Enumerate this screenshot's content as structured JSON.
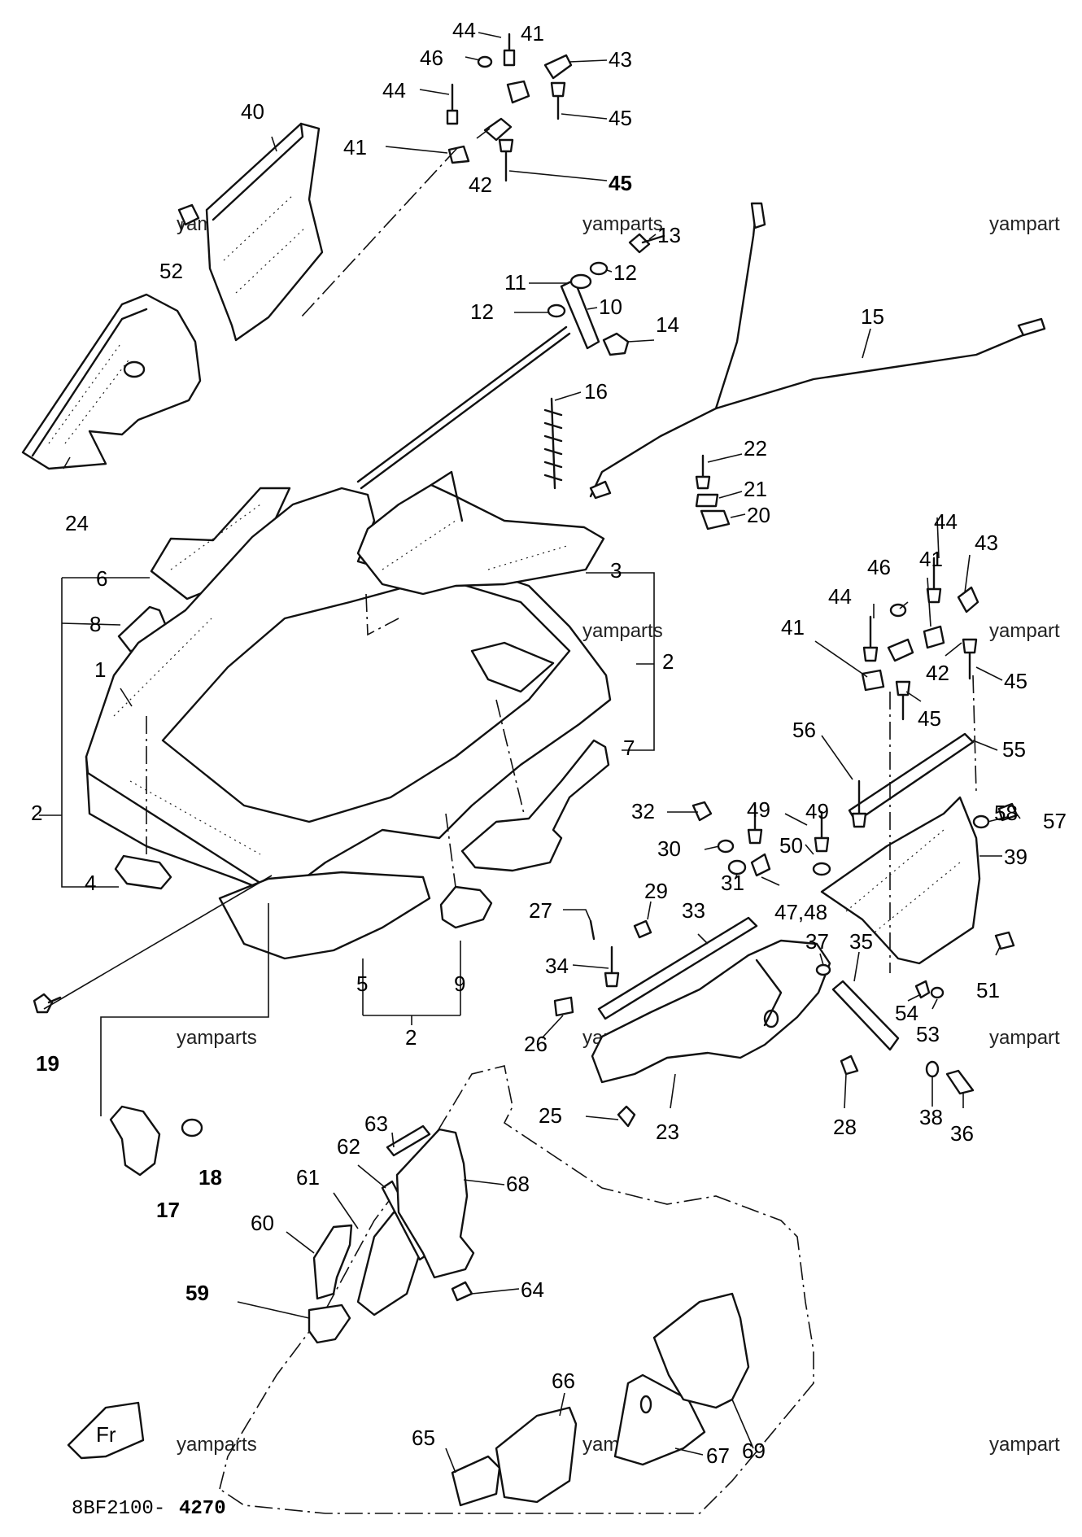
{
  "watermark": {
    "text_a": "yamparts",
    "text_b": "yampart"
  },
  "diagram_code": {
    "prefix": "8BF2100-",
    "suffix": "4270"
  },
  "labels": {
    "l1": "1",
    "l2a": "2",
    "l2b": "2",
    "l2c": "2",
    "l3": "3",
    "l4": "4",
    "l5": "5",
    "l6": "6",
    "l7": "7",
    "l8": "8",
    "l9": "9",
    "l10": "10",
    "l11": "11",
    "l12a": "12",
    "l12b": "12",
    "l13": "13",
    "l14": "14",
    "l15": "15",
    "l16": "16",
    "l17": "17",
    "l18": "18",
    "l19": "19",
    "l20": "20",
    "l21": "21",
    "l22": "22",
    "l23": "23",
    "l24": "24",
    "l25": "25",
    "l26": "26",
    "l27": "27",
    "l28": "28",
    "l29": "29",
    "l30": "30",
    "l31": "31",
    "l32": "32",
    "l33": "33",
    "l34": "34",
    "l35": "35",
    "l36": "36",
    "l37": "37",
    "l38": "38",
    "l39": "39",
    "l40": "40",
    "l41a": "41",
    "l41b": "41",
    "l41c": "41",
    "l41d": "41",
    "l42a": "42",
    "l42b": "42",
    "l43a": "43",
    "l43b": "43",
    "l44a": "44",
    "l44b": "44",
    "l44c": "44",
    "l44d": "44",
    "l45a": "45",
    "l45b": "45",
    "l45c": "45",
    "l45d": "45",
    "l46a": "46",
    "l46b": "46",
    "l4748": "47,48",
    "l49a": "49",
    "l49b": "49",
    "l50": "50",
    "l51": "51",
    "l52": "52",
    "l53": "53",
    "l54": "54",
    "l55": "55",
    "l56": "56",
    "l57": "57",
    "l58": "58",
    "l59": "59",
    "l60": "60",
    "l61": "61",
    "l62": "62",
    "l63": "63",
    "l64": "64",
    "l65": "65",
    "l66": "66",
    "l67": "67",
    "l68": "68",
    "l69": "69"
  },
  "fr_tag": "Fr"
}
